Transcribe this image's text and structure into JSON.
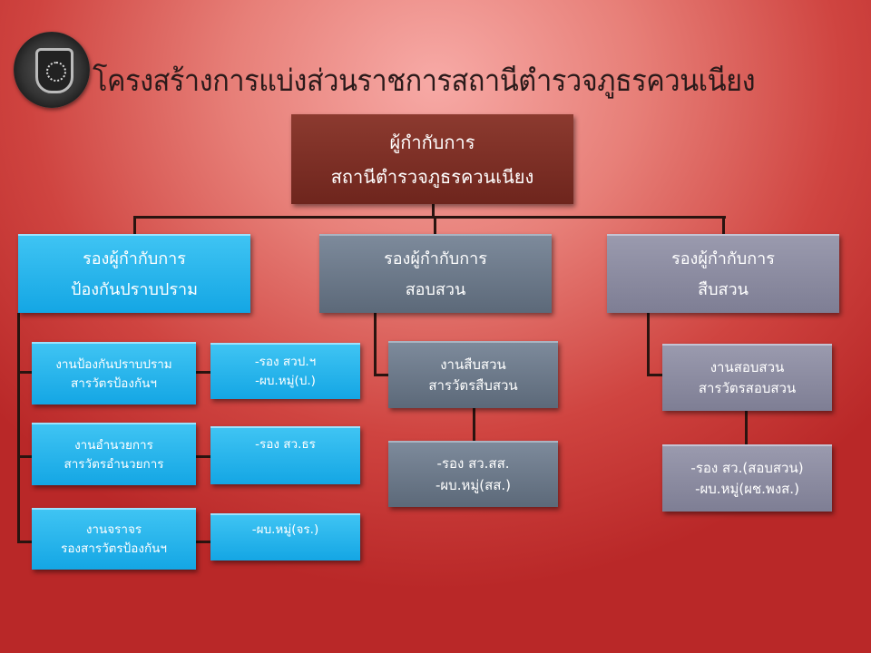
{
  "title": "โครงสร้างการแบ่งส่วนราชการสถานีตำรวจภูธรควนเนียง",
  "chief": {
    "line1": "ผู้กำกับการ",
    "line2": "สถานีตำรวจภูธรควนเนียง"
  },
  "deputies": [
    {
      "line1": "รองผู้กำกับการ",
      "line2": "ป้องกันปราบปราม",
      "color": "#1fb0ea"
    },
    {
      "line1": "รองผู้กำกับการ",
      "line2": "สอบสวน",
      "color": "#6d7b8c"
    },
    {
      "line1": "รองผู้กำกับการ",
      "line2": "สืบสวน",
      "color": "#8a8aa0"
    }
  ],
  "prevention": [
    {
      "unit": {
        "line1": "งานป้องกันปราบปราม",
        "line2": "สารวัตรป้องกันฯ"
      },
      "staff": {
        "line1": "-รอง สวป.ฯ",
        "line2": "-ผบ.หมู่(ป.)"
      }
    },
    {
      "unit": {
        "line1": "งานอำนวยการ",
        "line2": "สารวัตรอำนวยการ"
      },
      "staff": {
        "line1": "-รอง  สว.ธร",
        "line2": ""
      }
    },
    {
      "unit": {
        "line1": "งานจราจร",
        "line2": "รองสารวัตรป้องกันฯ"
      },
      "staff": {
        "line1": "-ผบ.หมู่(จร.)",
        "line2": ""
      }
    }
  ],
  "investigation_mid": {
    "unit": {
      "line1": "งานสืบสวน",
      "line2": "สารวัตรสืบสวน"
    },
    "staff": {
      "line1": "-รอง สว.สส.",
      "line2": "-ผบ.หมู่(สส.)"
    }
  },
  "investigation_right": {
    "unit": {
      "line1": "งานสอบสวน",
      "line2": "สารวัตรสอบสวน"
    },
    "staff": {
      "line1": "-รอง สว.(สอบสวน)",
      "line2": "-ผบ.หมู่(ผช.พงส.)"
    }
  }
}
